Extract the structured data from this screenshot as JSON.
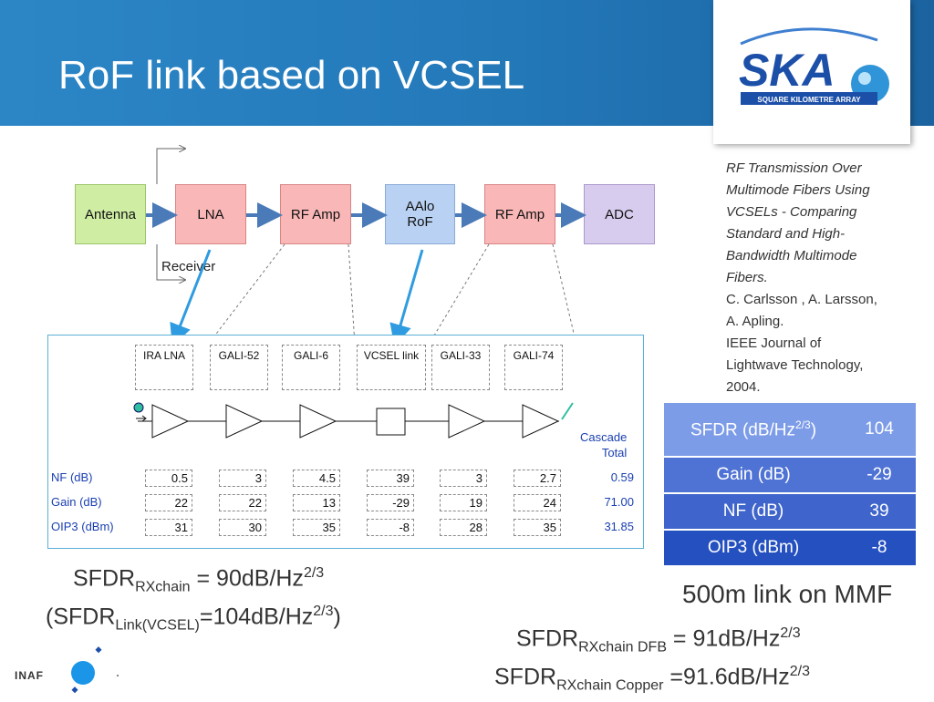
{
  "slide": {
    "title": "RoF link based on VCSEL",
    "colors": {
      "header_blue": "#2378b8",
      "arrow_blue": "#2f9be0",
      "table_dark": "#2450c0"
    }
  },
  "logo": {
    "text": "SKA",
    "subtitle": "SQUARE KILOMETRE ARRAY"
  },
  "diagram": {
    "blocks": [
      "Antenna",
      "LNA",
      "RF Amp",
      "AAlo RoF",
      "RF Amp",
      "ADC"
    ],
    "receiver_label": "Receiver"
  },
  "cascade": {
    "components": [
      "IRA LNA",
      "GALI-52",
      "GALI-6",
      "VCSEL link",
      "GALI-33",
      "GALI-74"
    ],
    "total_label_1": "Cascade",
    "total_label_2": "Total",
    "rows": [
      {
        "label": "NF (dB)",
        "values": [
          "0.5",
          "3",
          "4.5",
          "39",
          "3",
          "2.7"
        ],
        "total": "0.59"
      },
      {
        "label": "Gain (dB)",
        "values": [
          "22",
          "22",
          "13",
          "-29",
          "19",
          "24"
        ],
        "total": "71.00"
      },
      {
        "label": "OIP3 (dBm)",
        "values": [
          "31",
          "30",
          "35",
          "-8",
          "28",
          "35"
        ],
        "total": "31.85"
      }
    ]
  },
  "reference": {
    "title_lines": [
      "RF Transmission Over",
      "Multimode Fibers Using",
      "VCSELs - Comparing",
      "Standard and High-",
      "Bandwidth Multimode",
      "Fibers."
    ],
    "author_lines": [
      "C. Carlsson , A. Larsson,",
      "A. Apling."
    ],
    "journal_lines": [
      "IEEE Journal of",
      "Lightwave Technology,",
      "2004."
    ]
  },
  "summary_table": {
    "sfdr_label": "SFDR (dB/Hz",
    "sfdr_exp": "2/3",
    "sfdr_close": ")",
    "sfdr_value": "104",
    "rows": [
      {
        "label": "Gain (dB)",
        "value": "-29"
      },
      {
        "label": "NF (dB)",
        "value": "39"
      },
      {
        "label": "OIP3 (dBm)",
        "value": "-8"
      }
    ]
  },
  "link_note": "500m link on MMF",
  "formulas": {
    "f1": {
      "pre": "SFDR",
      "sub": "RXchain",
      "mid": " = 90dB/Hz",
      "sup": "2/3",
      "post": ""
    },
    "f2": {
      "pre": "(SFDR",
      "sub": "Link(VCSEL)",
      "mid": "=104dB/Hz",
      "sup": "2/3",
      "post": ")"
    },
    "f3": {
      "pre": "SFDR",
      "sub": "RXchain DFB",
      "mid": " = 91dB/Hz",
      "sup": "2/3",
      "post": ""
    },
    "f4": {
      "pre": "SFDR",
      "sub": "RXchain Copper",
      "mid": " =91.6dB/Hz",
      "sup": "2/3",
      "post": ""
    }
  },
  "footer": {
    "inaf": "INAF"
  }
}
